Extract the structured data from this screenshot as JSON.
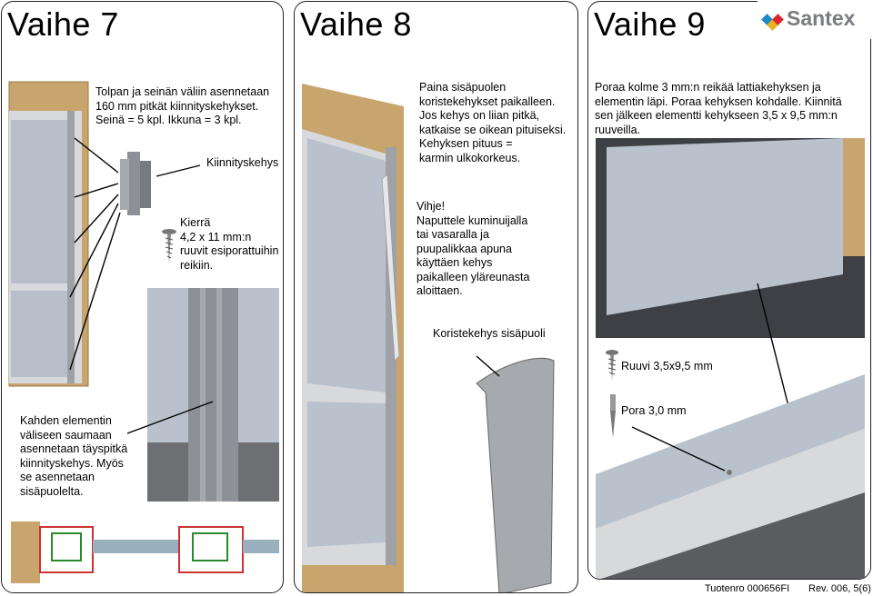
{
  "panels": [
    {
      "heading": "Vaihe 7",
      "intro": "Tolpan ja seinän väliin asennetaan\n160 mm pitkät kiinnityskehykset.\nSeinä = 5 kpl. Ikkuna = 3 kpl.",
      "frame_label": "Kiinnityskehys",
      "screw_label": "Kierrä\n4,2 x 11 mm:n\nruuvit esiporattuihin\nreikiin.",
      "seam_note": "Kahden elementin\nväliseen saumaan\nasennetaan täyspitkä\nkiinnityskehys. Myös\nse asennetaan\nsisäpuolelta."
    },
    {
      "heading": "Vaihe 8",
      "intro": "Paina sisäpuolen\nkoristekehykset paikalleen.\nJos kehys on liian pitkä,\nkatkaise se oikean pituiseksi.\nKehyksen pituus =\nkarmin ulkokorkeus.",
      "tip": "Vihje!\nNaputtele kuminuijalla\ntai vasaralla ja\npuupalikkaa apuna\nkäyttäen kehys\npaikalleen yläreunasta\naloittaen.",
      "profile_label": "Koristekehys sisäpuoli"
    },
    {
      "heading": "Vaihe 9",
      "intro": "Poraa kolme 3 mm:n reikää lattiakehyksen ja\nelementin läpi. Poraa kehyksen kohdalle. Kiinnitä\nsen jälkeen elementti kehykseen 3,5 x 9,5 mm:n\nruuveilla.",
      "screw_label": "Ruuvi 3,5x9,5 mm",
      "drill_label": "Pora 3,0 mm"
    }
  ],
  "brand": "Santex",
  "footer": {
    "product_no": "Tuotenro 000656FI",
    "revision": "Rev. 006, 5(6)"
  },
  "colors": {
    "wood": "#c9a56e",
    "frame_grey": "#8d9096",
    "glass": "#b9c2cc",
    "brand_red": "#d8262b"
  }
}
